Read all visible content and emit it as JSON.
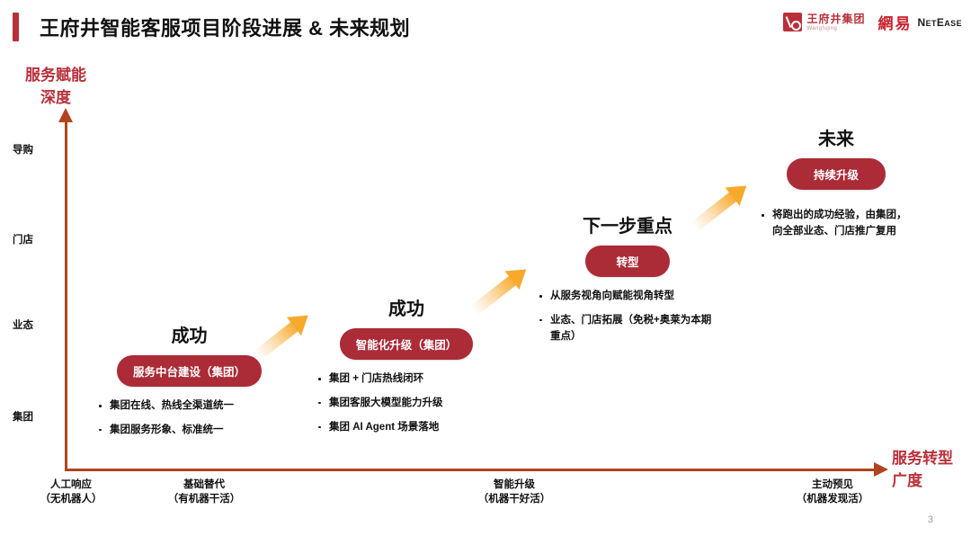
{
  "header": {
    "title": "王府井智能客服项目阶段进展 & 未来规划",
    "accent_color": "#b8303a",
    "logos": {
      "wangfujing": {
        "cn": "王府井集团",
        "en": "Wangfujing",
        "mark": "wangfujing-logo-icon"
      },
      "netease": {
        "cn": "網易",
        "en_first": "N",
        "en_rest": "ET",
        "en_e": "E",
        "en_tail": "ASE",
        "en": "NetEase"
      }
    }
  },
  "axes": {
    "y": {
      "title": "服务赋能\n深度",
      "title_line1": "服务赋能",
      "title_line2": "深度",
      "color": "#b1441e",
      "ticks": [
        "导购",
        "门店",
        "业态",
        "集团"
      ]
    },
    "x": {
      "title_line1": "服务转型",
      "title_line2": "广度",
      "color": "#b1441e",
      "ticks": [
        {
          "line1": "人工响应",
          "line2": "（无机器人）"
        },
        {
          "line1": "基础替代",
          "line2": "（有机器干活）"
        },
        {
          "line1": "智能升级",
          "line2": "（机器干好活）"
        },
        {
          "line1": "主动预见",
          "line2": "（机器发现活）"
        }
      ]
    }
  },
  "pill_color": "#ab2b37",
  "arrow_color": "#f7a92c",
  "stages": [
    {
      "heading": "成功",
      "pill": "服务中台建设（集团）",
      "bullets": [
        "集团在线、热线全渠道统一",
        "集团服务形象、标准统一"
      ]
    },
    {
      "heading": "成功",
      "pill": "智能化升级（集团）",
      "bullets": [
        "集团 + 门店热线闭环",
        "集团客服大模型能力升级",
        "集团 AI Agent 场景落地"
      ]
    },
    {
      "heading": "下一步重点",
      "pill": "转型",
      "bullets": [
        "从服务视角向赋能视角转型",
        "业态、门店拓展（免税+奥莱为本期重点）"
      ]
    },
    {
      "heading": "未来",
      "pill": "持续升级",
      "bullets": [
        "将跑出的成功经验，由集团，向全部业态、门店推广复用"
      ]
    }
  ],
  "footer": {
    "page_number": "3"
  }
}
